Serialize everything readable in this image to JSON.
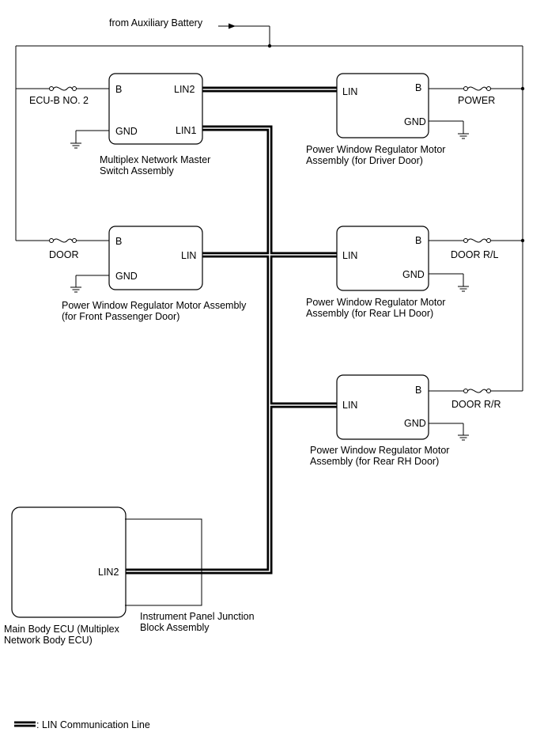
{
  "supply": {
    "label": "from Auxiliary Battery"
  },
  "fuses": {
    "ecub": "ECU-B NO. 2",
    "door": "DOOR",
    "power": "POWER",
    "door_rl": "DOOR R/L",
    "door_rr": "DOOR R/R"
  },
  "master_switch": {
    "pins": {
      "b": "B",
      "gnd": "GND",
      "lin1": "LIN1",
      "lin2": "LIN2"
    },
    "name_line1": "Multiplex Network Master",
    "name_line2": "Switch Assembly"
  },
  "front_passenger": {
    "pins": {
      "b": "B",
      "gnd": "GND",
      "lin": "LIN"
    },
    "name_line1": "Power Window Regulator Motor Assembly",
    "name_line2": "(for Front Passenger Door)"
  },
  "driver_door": {
    "pins": {
      "lin": "LIN",
      "b": "B",
      "gnd": "GND"
    },
    "name_line1": "Power Window Regulator Motor",
    "name_line2": "Assembly (for Driver Door)"
  },
  "rear_lh": {
    "pins": {
      "lin": "LIN",
      "b": "B",
      "gnd": "GND"
    },
    "name_line1": "Power Window Regulator Motor",
    "name_line2": "Assembly (for Rear LH Door)"
  },
  "rear_rh": {
    "pins": {
      "lin": "LIN",
      "b": "B",
      "gnd": "GND"
    },
    "name_line1": "Power Window Regulator Motor",
    "name_line2": "Assembly (for Rear RH Door)"
  },
  "main_body_ecu": {
    "pins": {
      "lin2": "LIN2"
    },
    "name_line1": "Main Body ECU (Multiplex",
    "name_line2": "Network Body ECU)"
  },
  "junction_block": {
    "name_line1": "Instrument Panel Junction",
    "name_line2": "Block Assembly"
  },
  "legend": {
    "label": ": LIN Communication Line"
  }
}
